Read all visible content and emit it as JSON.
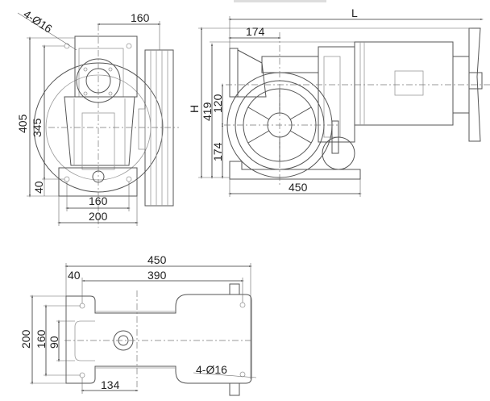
{
  "front_view": {
    "hole_note": "4-Ø16",
    "sheave_offset": "160",
    "total_height": "405",
    "hole_height": "345",
    "base_thickness": "40",
    "hole_spacing": "160",
    "base_width": "200"
  },
  "side_view": {
    "length": "L",
    "height": "H",
    "shaft_height": "419",
    "offset_120": "120",
    "center_height": "174",
    "center_offset": "174",
    "base_length": "450"
  },
  "bottom_view": {
    "total_length": "450",
    "edge_offset": "40",
    "hole_span": "390",
    "width": "200",
    "hole_width": "160",
    "slot_width": "90",
    "center_offset": "134",
    "hole_note": "4-Ø16"
  }
}
